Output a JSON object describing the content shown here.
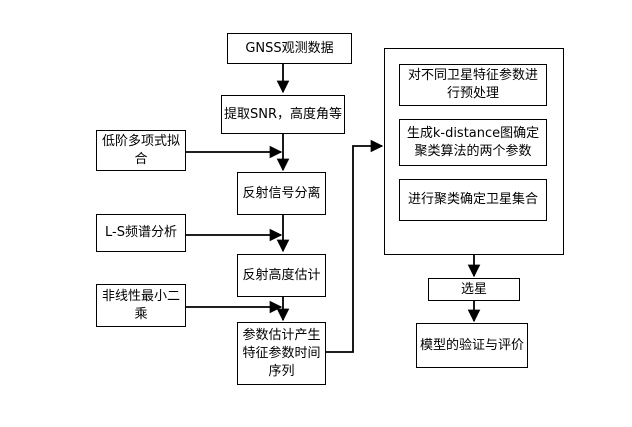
{
  "flow": {
    "gnss_data": "GNSS观测数据",
    "extract_snr": "提取SNR，高度角等",
    "separate_signal": "反射信号分离",
    "reflector_height": "反射高度估计",
    "param_series": "参数估计产生特征参数时间序列"
  },
  "methods": {
    "low_order_poly": "低阶多项式拟合",
    "ls_spectrum": "L-S频谱分析",
    "nonlinear_ls": "非线性最小二乘"
  },
  "cluster_group": {
    "preprocess": "对不同卫星特征参数进行预处理",
    "k_distance": "生成k-distance图确定聚类算法的两个参数",
    "cluster_select": "进行聚类确定卫星集合"
  },
  "outputs": {
    "select_sat": "选星",
    "validation": "模型的验证与评价"
  }
}
